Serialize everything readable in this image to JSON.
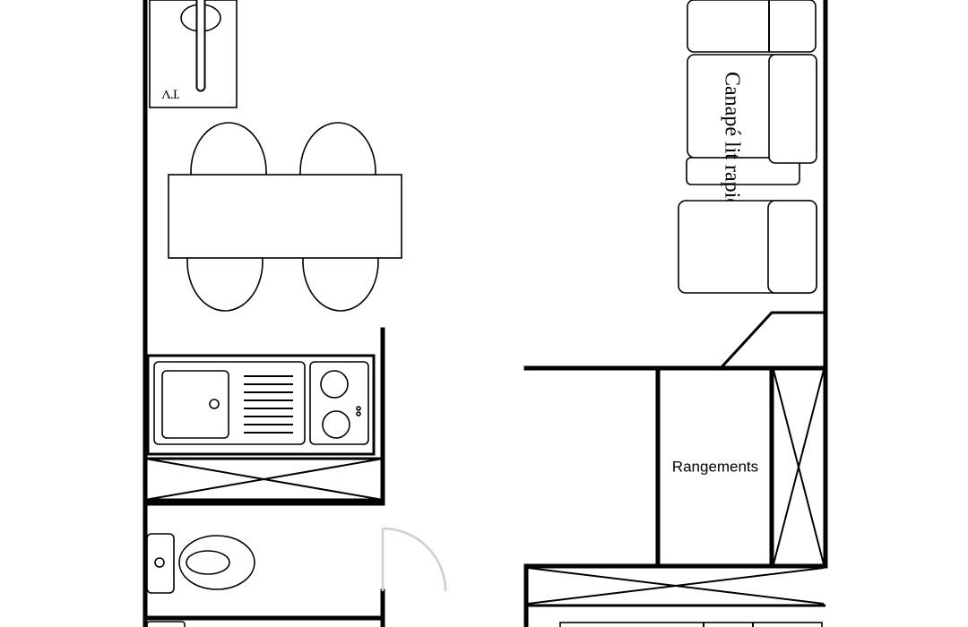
{
  "labels": {
    "tv": "TV",
    "sofa": "Canapé lit rapido",
    "storage": "Rangements"
  }
}
